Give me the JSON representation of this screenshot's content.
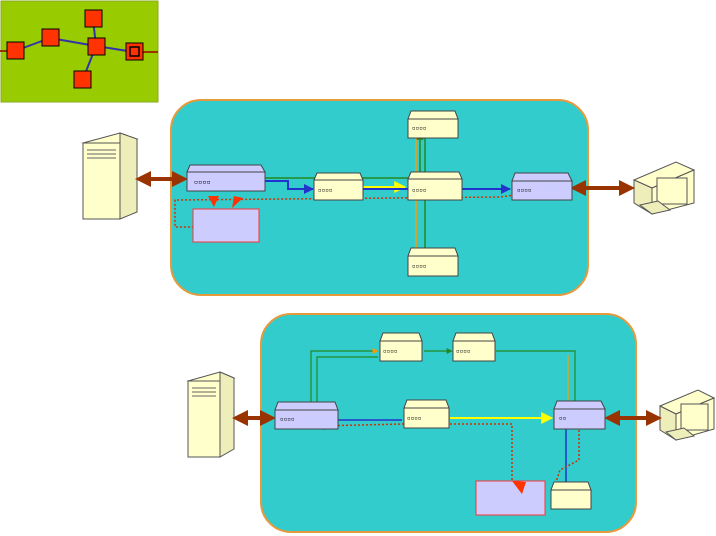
{
  "diagram": {
    "title": "",
    "colors": {
      "background": "#ffffff",
      "thumbnail_fill": "#99cc00",
      "thumbnail_node": "#ff3300",
      "thumbnail_link": "#3333aa",
      "network_cloud": "#33cccc",
      "network_border": "#e69a3c",
      "router_blue": "#ccccff",
      "router_yellow": "#ffffcc",
      "device_cream": "#ffffcc",
      "arrow_brown": "#993300",
      "path_blue": "#2233cc",
      "path_green": "#228822",
      "path_yellow": "#ffff00",
      "path_orange": "#ff9900",
      "path_red_dotted": "#cc3300",
      "control_box": "#ccccff",
      "control_box_border": "#ff3333",
      "arrowhead_red": "#ff3300"
    },
    "thumbnail": {
      "nodes": [
        "square-node",
        "square-node",
        "square-node",
        "square-node",
        "square-node",
        "selected-node"
      ]
    },
    "panels": [
      {
        "name": "top-network",
        "server": "server-icon",
        "client": "monitor-icon",
        "routers": [
          "ingress-router",
          "core-router-1",
          "core-router-2",
          "egress-router",
          "upper-router",
          "lower-router"
        ],
        "control": "control-box"
      },
      {
        "name": "bottom-network",
        "server": "server-icon",
        "client": "monitor-icon",
        "routers": [
          "ingress-router",
          "upper-router-1",
          "upper-router-2",
          "middle-router",
          "egress-router",
          "lower-router"
        ],
        "control": "control-box"
      }
    ]
  }
}
